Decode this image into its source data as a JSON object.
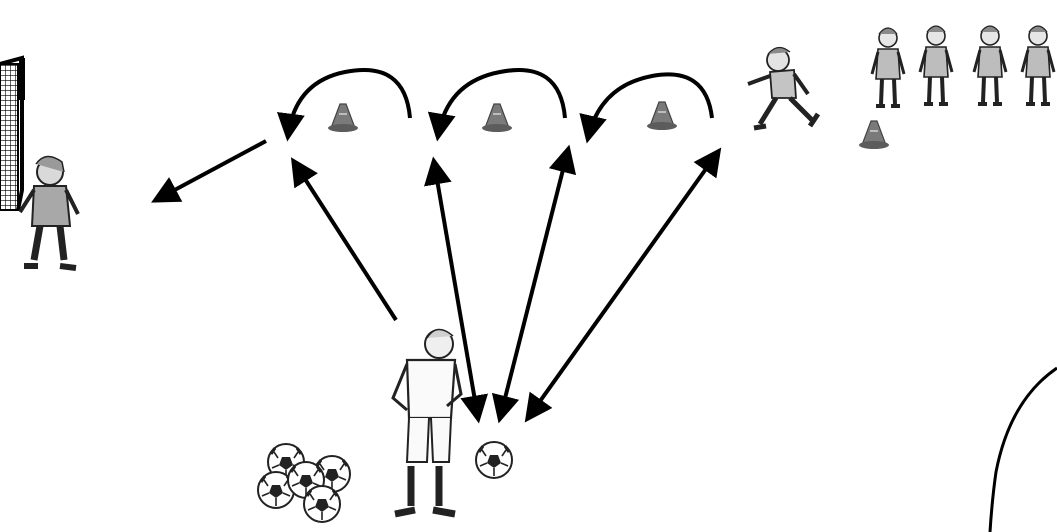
{
  "diagram": {
    "background": "#ffffff",
    "stroke_color": "#000000",
    "cone_color": "#7a7a7a",
    "ball_count_in_pile": 5,
    "cone_count": 4,
    "waiting_player_count": 4,
    "icons": [
      "goal-net-icon",
      "goalkeeper-icon",
      "cone-icon",
      "soccer-ball-icon",
      "player-icon"
    ]
  }
}
